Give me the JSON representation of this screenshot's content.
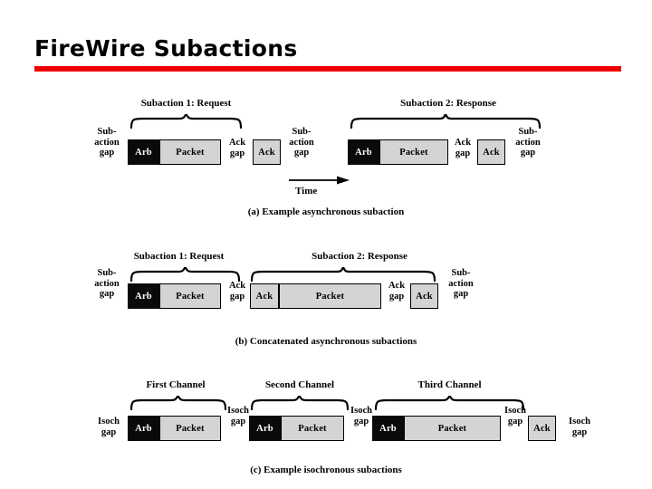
{
  "slide": {
    "title": "FireWire Subactions",
    "accent_color": "#ee0000",
    "background_color": "#ffffff"
  },
  "labels": {
    "subaction_gap": [
      "Sub-",
      "action",
      "gap"
    ],
    "ack_gap": [
      "Ack",
      "gap"
    ],
    "isoch_gap": [
      "Isoch",
      "gap"
    ],
    "arb": "Arb",
    "packet": "Packet",
    "ack": "Ack",
    "time": "Time"
  },
  "figures": [
    {
      "id": "a",
      "caption": "(a) Example asynchronous subaction",
      "braces": [
        {
          "label": "Subaction 1: Request"
        },
        {
          "label": "Subaction 2: Response"
        }
      ],
      "gaps": [
        {
          "name": "subaction-gap-left",
          "lines": [
            "Sub-",
            "action",
            "gap"
          ]
        },
        {
          "name": "ack-gap-1",
          "lines": [
            "Ack",
            "gap"
          ]
        },
        {
          "name": "subaction-gap-mid",
          "lines": [
            "Sub-",
            "action",
            "gap"
          ]
        },
        {
          "name": "ack-gap-2",
          "lines": [
            "Ack",
            "gap"
          ]
        },
        {
          "name": "subaction-gap-right",
          "lines": [
            "Sub-",
            "action",
            "gap"
          ]
        }
      ],
      "segments": [
        {
          "name": "arb-1",
          "label": "Arb",
          "kind": "arb"
        },
        {
          "name": "packet-1",
          "label": "Packet",
          "kind": "packet"
        },
        {
          "name": "ack-1",
          "label": "Ack",
          "kind": "ack"
        },
        {
          "name": "arb-2",
          "label": "Arb",
          "kind": "arb"
        },
        {
          "name": "packet-2",
          "label": "Packet",
          "kind": "packet"
        },
        {
          "name": "ack-2",
          "label": "Ack",
          "kind": "ack"
        }
      ],
      "time_axis": {
        "label": "Time",
        "direction": "right"
      }
    },
    {
      "id": "b",
      "caption": "(b) Concatenated asynchronous subactions",
      "braces": [
        {
          "label": "Subaction 1: Request"
        },
        {
          "label": "Subaction 2: Response"
        }
      ],
      "gaps": [
        {
          "name": "subaction-gap-left",
          "lines": [
            "Sub-",
            "action",
            "gap"
          ]
        },
        {
          "name": "ack-gap-1",
          "lines": [
            "Ack",
            "gap"
          ]
        },
        {
          "name": "ack-gap-2",
          "lines": [
            "Ack",
            "gap"
          ]
        },
        {
          "name": "subaction-gap-right",
          "lines": [
            "Sub-",
            "action",
            "gap"
          ]
        }
      ],
      "segments": [
        {
          "name": "arb-1",
          "label": "Arb",
          "kind": "arb"
        },
        {
          "name": "packet-1",
          "label": "Packet",
          "kind": "packet"
        },
        {
          "name": "ack-1",
          "label": "Ack",
          "kind": "ack"
        },
        {
          "name": "packet-2",
          "label": "Packet",
          "kind": "packet"
        },
        {
          "name": "ack-2",
          "label": "Ack",
          "kind": "ack"
        }
      ]
    },
    {
      "id": "c",
      "caption": "(c) Example isochronous subactions",
      "braces": [
        {
          "label": "First Channel"
        },
        {
          "label": "Second Channel"
        },
        {
          "label": "Third Channel"
        }
      ],
      "gaps": [
        {
          "name": "isoch-gap-left",
          "lines": [
            "Isoch",
            "gap"
          ]
        },
        {
          "name": "isoch-gap-1",
          "lines": [
            "Isoch",
            "gap"
          ]
        },
        {
          "name": "isoch-gap-2",
          "lines": [
            "Isoch",
            "gap"
          ]
        },
        {
          "name": "isoch-gap-3",
          "lines": [
            "Isoch",
            "gap"
          ]
        },
        {
          "name": "isoch-gap-right",
          "lines": [
            "Isoch",
            "gap"
          ]
        }
      ],
      "segments": [
        {
          "name": "arb-1",
          "label": "Arb",
          "kind": "arb"
        },
        {
          "name": "packet-1",
          "label": "Packet",
          "kind": "packet"
        },
        {
          "name": "arb-2",
          "label": "Arb",
          "kind": "arb"
        },
        {
          "name": "packet-2",
          "label": "Packet",
          "kind": "packet"
        },
        {
          "name": "arb-3",
          "label": "Arb",
          "kind": "arb"
        },
        {
          "name": "packet-3",
          "label": "Packet",
          "kind": "packet"
        },
        {
          "name": "ack-1",
          "label": "Ack",
          "kind": "ack"
        }
      ]
    }
  ]
}
